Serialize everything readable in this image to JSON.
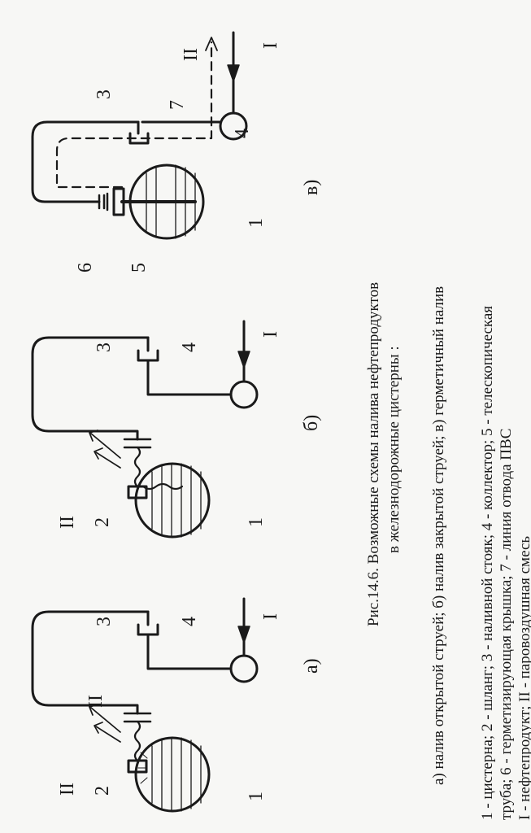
{
  "figure": {
    "title_line1": "Рис.14.6. Возможные схемы налива нефтепродуктов",
    "title_line2": "в железнодорожные цистерны :",
    "legend_schemes": "а) налив открытой струей; б) налив закрытой струей; в) герметичный налив",
    "legend_parts_line1": "1 - цистерна; 2 - шланг; 3 - наливной стояк; 4 - коллектор; 5 - телескопическая",
    "legend_parts_line2": "труба; 6 - герметизирующая крышка; 7 - линия отвода ПВС",
    "legend_parts_line3": "I - нефтепродукт; II - паровоздушная смесь"
  },
  "schemes": [
    {
      "id": "a",
      "label": "а)",
      "numbers": {
        "tank": "1",
        "hose": "2",
        "riser": "3",
        "collector": "4"
      },
      "flow_in": "I",
      "vapor_left": "II",
      "vapor_right": "II"
    },
    {
      "id": "b",
      "label": "б)",
      "numbers": {
        "tank": "1",
        "hose": "2",
        "riser": "3",
        "collector": "4"
      },
      "flow_in": "I",
      "vapor": "II"
    },
    {
      "id": "v",
      "label": "в)",
      "numbers": {
        "tank": "1",
        "pipe": "5",
        "cover": "6",
        "riser": "3",
        "vent_line": "7",
        "collector": "4"
      },
      "flow_in": "I",
      "vapor_out": "II"
    }
  ]
}
